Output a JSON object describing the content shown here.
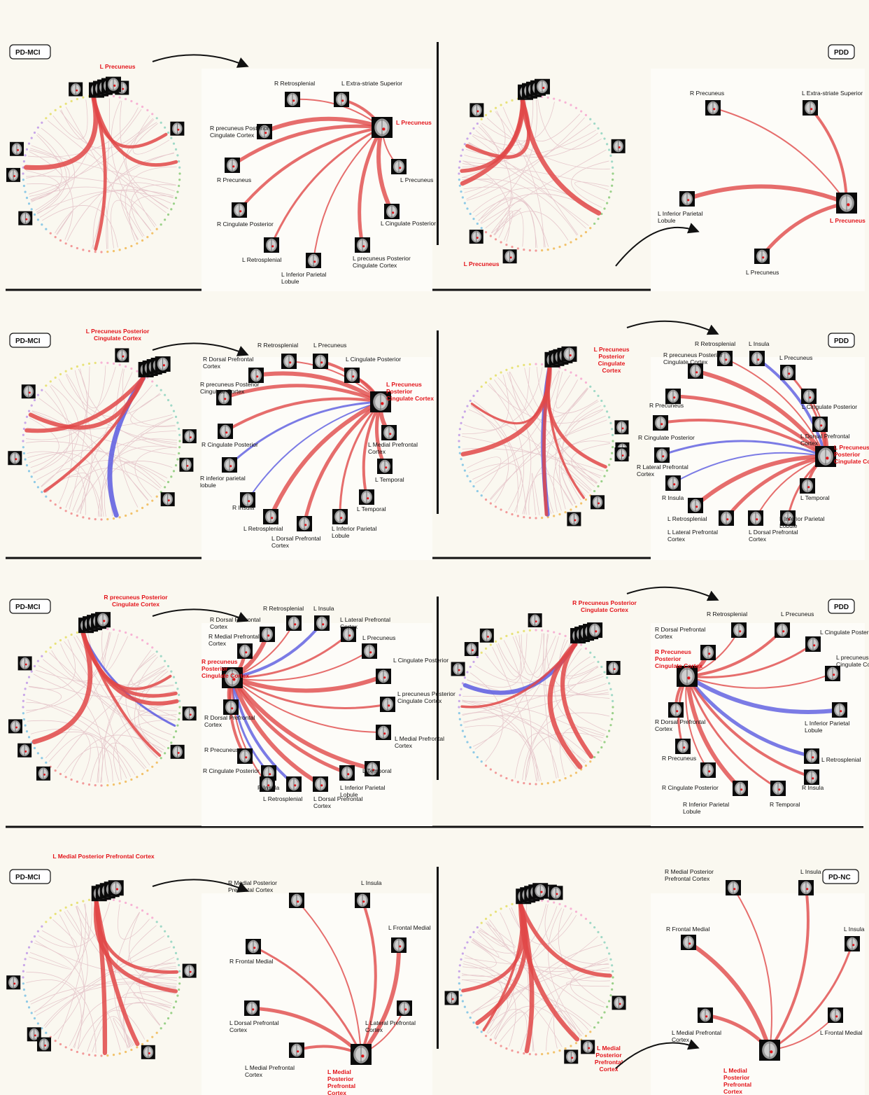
{
  "panels": [
    {
      "left": {
        "tag": "PD-MCI",
        "seed_label": "L Precuneus",
        "nodes": [
          {
            "label": "R Retrosplenial"
          },
          {
            "label": "L Extra-striate Superior"
          },
          {
            "label": "R precuneus Posterior Cingulate Cortex"
          },
          {
            "label": "L Precuneus",
            "seed": true
          },
          {
            "label": "R Precuneus"
          },
          {
            "label": "L Precuneus"
          },
          {
            "label": "R Cingulate Posterior"
          },
          {
            "label": "L Cingulate Posterior"
          },
          {
            "label": "L Retrosplenial"
          },
          {
            "label": "L precuneus Posterior Cingulate Cortex"
          },
          {
            "label": "L Inferior Parietal Lobule"
          }
        ]
      },
      "right": {
        "tag": "PDD",
        "seed_label": "L Precuneus",
        "nodes": [
          {
            "label": "R Precuneus"
          },
          {
            "label": "L Extra-striate Superior"
          },
          {
            "label": "L Inferior Parietal Lobule"
          },
          {
            "label": "L Precuneus",
            "seed": true
          },
          {
            "label": "L Precuneus"
          }
        ]
      }
    },
    {
      "left": {
        "tag": "PD-MCI",
        "seed_label": "L Precuneus Posterior Cingulate Cortex",
        "nodes": [
          {
            "label": "R Retrosplenial"
          },
          {
            "label": "L Precuneus"
          },
          {
            "label": "R Dorsal Prefrontal Cortex"
          },
          {
            "label": "L Cingulate Posterior"
          },
          {
            "label": "R precuneus Posterior Cingulate Cortex"
          },
          {
            "label": "L Precuneus Posterior Cingulate Cortex",
            "seed": true
          },
          {
            "label": "R Cingulate Posterior"
          },
          {
            "label": "L Medial Prefrontal Cortex"
          },
          {
            "label": "R inferior parietal lobule"
          },
          {
            "label": "L Temporal"
          },
          {
            "label": "R Insula"
          },
          {
            "label": "L Temporal"
          },
          {
            "label": "L Retrosplenial"
          },
          {
            "label": "L Inferior Parietal Lobule"
          },
          {
            "label": "L Dorsal Prefrontal Cortex"
          }
        ]
      },
      "right": {
        "tag": "PDD",
        "seed_label": "L Precuneus Posterior Cingulate Cortex",
        "nodes": [
          {
            "label": "R Retrosplenial"
          },
          {
            "label": "L Insula"
          },
          {
            "label": "R precuneus Posterior Cingulate Cortex"
          },
          {
            "label": "L Precuneus"
          },
          {
            "label": "R Precuneus"
          },
          {
            "label": "L Cingulate Posterior"
          },
          {
            "label": "R Cingulate Posterior"
          },
          {
            "label": "L Dorsal Prefrontal Cortex"
          },
          {
            "label": "R Lateral Prefrontal Cortex"
          },
          {
            "label": "L Precuneus Posterior Cingulate Cortex",
            "seed": true
          },
          {
            "label": "R Insula"
          },
          {
            "label": "L Temporal"
          },
          {
            "label": "L Retrosplenial"
          },
          {
            "label": "L Inferior Parietal Lobule"
          },
          {
            "label": "L Lateral Prefrontal Cortex"
          },
          {
            "label": "L Dorsal Prefrontal Cortex"
          }
        ]
      }
    },
    {
      "left": {
        "tag": "PD-MCI",
        "seed_label": "R precuneus Posterior Cingulate Cortex",
        "nodes": [
          {
            "label": "R Retrosplenial"
          },
          {
            "label": "L Insula"
          },
          {
            "label": "R Dorsal Prefrontal Cortex"
          },
          {
            "label": "L Lateral Prefrontal Cortex"
          },
          {
            "label": "R Medial Prefrontal Cortex"
          },
          {
            "label": "L Precuneus"
          },
          {
            "label": "R precuneus Posterior Cingulate Cortex",
            "seed": true
          },
          {
            "label": "L Cingulate Posterior"
          },
          {
            "label": "L precuneus Posterior Cingulate Cortex"
          },
          {
            "label": "R Dorsal Prefrontal Cortex"
          },
          {
            "label": "L Medial Prefrontal Cortex"
          },
          {
            "label": "R Precuneus"
          },
          {
            "label": "L Temporal"
          },
          {
            "label": "R Cingulate Posterior"
          },
          {
            "label": "L Inferior Parietal Lobule"
          },
          {
            "label": "R Insula"
          },
          {
            "label": "L Retrosplenial"
          },
          {
            "label": "L Dorsal Prefrontal Cortex"
          }
        ]
      },
      "right": {
        "tag": "PDD",
        "seed_label": "R Precuneus Posterior Cingulate Cortex",
        "nodes": [
          {
            "label": "R Retrosplenial"
          },
          {
            "label": "L Precuneus"
          },
          {
            "label": "R Dorsal Prefrontal Cortex"
          },
          {
            "label": "L Cingulate Posterior"
          },
          {
            "label": "R Precuneus Posterior Cingulate Cortex",
            "seed": true
          },
          {
            "label": "L precuneus Posterior Cingulate Cortex"
          },
          {
            "label": "R Dorsal Prefrontal Cortex"
          },
          {
            "label": "L Inferior Parietal Lobule"
          },
          {
            "label": "R Precuneus"
          },
          {
            "label": "L Retrosplenial"
          },
          {
            "label": "R Cingulate Posterior"
          },
          {
            "label": "R Insula"
          },
          {
            "label": "R Inferior Parietal Lobule"
          },
          {
            "label": "R Temporal"
          }
        ]
      }
    },
    {
      "left": {
        "tag": "PD-MCI",
        "seed_label": "L Medial Posterior Prefrontal Cortex",
        "nodes": [
          {
            "label": "R Medial Posterior Prefrontal Cortex"
          },
          {
            "label": "L Insula"
          },
          {
            "label": "L Frontal Medial"
          },
          {
            "label": "R Frontal Medial"
          },
          {
            "label": "L Dorsal Prefrontal Cortex"
          },
          {
            "label": "L Lateral Prefrontal Cortex"
          },
          {
            "label": "L Medial Prefrontal Cortex"
          },
          {
            "label": "L Medial Posterior Prefrontal Cortex",
            "seed": true
          }
        ]
      },
      "right": {
        "tag": "PD-NC",
        "seed_label": "L Medial Posterior Prefrontal Cortex",
        "nodes": [
          {
            "label": "R Medial Posterior Prefrontal  Cortex"
          },
          {
            "label": "L Insula"
          },
          {
            "label": "R Frontal Medial"
          },
          {
            "label": "L Insula"
          },
          {
            "label": "L Medial Prefrontal Cortex"
          },
          {
            "label": "L Frontal Medial"
          },
          {
            "label": "L Medial Posterior Prefrontal Cortex",
            "seed": true
          }
        ]
      }
    }
  ],
  "colors": {
    "positive": "#e04848",
    "negative": "#5a5ae0",
    "faint": "#e6c8cc",
    "highlight_text": "#e3151b"
  }
}
